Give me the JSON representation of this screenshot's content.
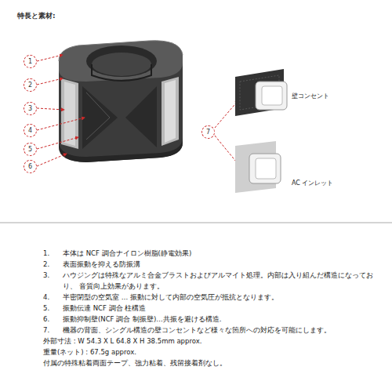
{
  "diagram": {
    "title": "特長と素材:",
    "labels": [
      "1",
      "2",
      "3",
      "4",
      "5",
      "6",
      "7",
      "壁コンセント",
      "AC インレット",
      "1.",
      "本体は NCF 調合ナイロン樹脂(静電効果)",
      "2.",
      "表面振動を抑える防振溝",
      "3.",
      "ハウジングは特殊なアルミ合金ブラストおよびアルマイト処理。内部は入り組んだ構造になっており、 音質向上効果があります。",
      "4.",
      "半密閉型の空気室 … 振動に対して内部の空気圧が抵抗となります。",
      "5.",
      "振動伝達 NCF 調合 柱構造",
      "6.",
      "振動抑制壁(NCF 調合 制振壁)…共振を避ける構造.",
      "7.",
      "機器の背面、シングル構造の壁コンセントなど様々な箇所への対応を可能にします。",
      "外部寸法 : W 54.3 X L 64.8 X H 38.5mm approx.",
      "重量(ネット) : 67.5g approx.",
      "付属の特殊粘着両面テープ、強力粘着、残留接着剤なし。"
    ]
  }
}
